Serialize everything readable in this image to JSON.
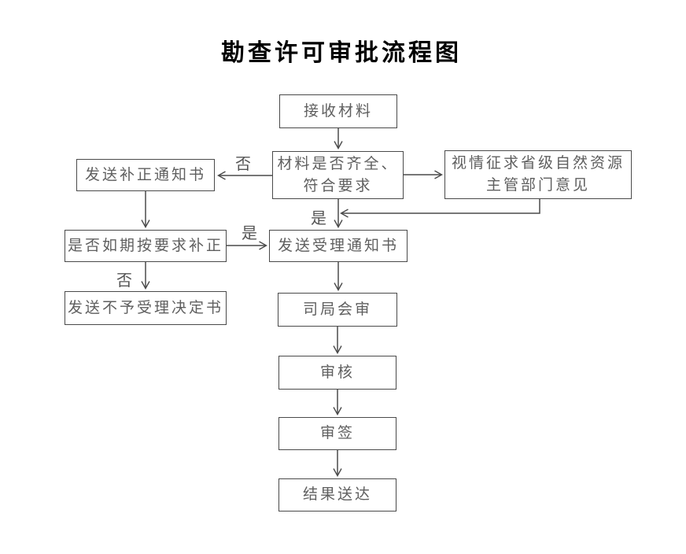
{
  "title": "勘查许可审批流程图",
  "nodes": {
    "receive": {
      "label": "接收材料"
    },
    "check": {
      "label": "材料是否齐全、\n符合要求"
    },
    "consult": {
      "label": "视情征求省级自然资源\n主管部门意见"
    },
    "send_correction": {
      "label": "发送补正通知书"
    },
    "corrected_on_time": {
      "label": "是否如期按要求补正"
    },
    "send_acceptance": {
      "label": "发送受理通知书"
    },
    "send_rejection": {
      "label": "发送不予受理决定书"
    },
    "joint_review": {
      "label": "司局会审"
    },
    "review": {
      "label": "审核"
    },
    "sign": {
      "label": "审签"
    },
    "deliver": {
      "label": "结果送达"
    }
  },
  "edge_labels": {
    "check_no": "否",
    "check_yes": "是",
    "corrected_yes": "是",
    "corrected_no": "否"
  },
  "colors": {
    "background": "#ffffff",
    "line": "#4a4a4a",
    "box_border": "#4a4a4a",
    "box_text": "#5f5f5f",
    "title_text": "#000000"
  }
}
